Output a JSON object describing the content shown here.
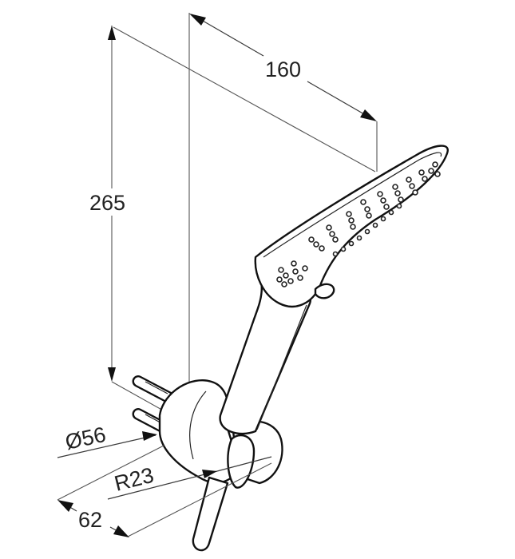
{
  "figure": {
    "subject": "hand shower with wall bracket",
    "units": "mm",
    "line_color": "#111111",
    "background": "#ffffff"
  },
  "dimensions": {
    "head_length": "160",
    "overall_height": "265",
    "bracket_diameter": "Ø56",
    "bracket_radius": "R23",
    "bracket_depth": "62"
  }
}
